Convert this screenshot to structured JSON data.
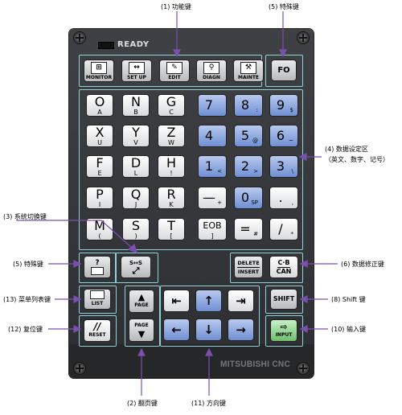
{
  "panel": {
    "status": "READY",
    "brand": "MITSUBISHI CNC"
  },
  "labels": {
    "func": "(1) 功能键",
    "special_top": "(5) 特殊键",
    "data_entry": "(4) 数据设定区",
    "data_entry_sub": "（英文、数字、记号）",
    "sys_switch": "(3) 系统切换键",
    "special_left": "(5) 特殊键",
    "data_fix": "(6) 数据修正键",
    "menu_list": "(13) 菜单列表键",
    "shift": "(8) Shift 键",
    "reset": "(12) 复位键",
    "input": "(10) 输入键",
    "page": "(2) 翻页键",
    "direction": "(11) 方向键"
  },
  "func_keys": [
    "MONITOR",
    "SET UP",
    "EDIT",
    "DIAGN",
    "MAINTE"
  ],
  "fo_key": "FO",
  "alpha_keys": [
    {
      "m": "O",
      "s": "A"
    },
    {
      "m": "N",
      "s": "B"
    },
    {
      "m": "G",
      "s": "C"
    },
    {
      "m": "X",
      "s": "U"
    },
    {
      "m": "Y",
      "s": "V"
    },
    {
      "m": "Z",
      "s": "W"
    },
    {
      "m": "F",
      "s": "E"
    },
    {
      "m": "D",
      "s": "L"
    },
    {
      "m": "H",
      "s": "!"
    },
    {
      "m": "P",
      "s": "I"
    },
    {
      "m": "Q",
      "s": "J"
    },
    {
      "m": "R",
      "s": "K"
    },
    {
      "m": "M",
      "s": "("
    },
    {
      "m": "S",
      "s": ")"
    },
    {
      "m": "T",
      "s": "["
    }
  ],
  "num_keys": [
    {
      "m": "7",
      "s": ""
    },
    {
      "m": "8",
      "s": ":"
    },
    {
      "m": "9",
      "s": "$"
    },
    {
      "m": "4",
      "s": ""
    },
    {
      "m": "5",
      "s": "@"
    },
    {
      "m": "6",
      "s": "~"
    },
    {
      "m": "1",
      "s": "<"
    },
    {
      "m": "2",
      "s": ">"
    },
    {
      "m": "3",
      "s": "\\"
    },
    {
      "m": "—",
      "s": "+"
    },
    {
      "m": "0",
      "s": "SP"
    },
    {
      "m": ".",
      "s": ","
    }
  ],
  "eob": {
    "m": "EOB",
    "s": "]"
  },
  "eq": {
    "m": "=",
    "s": "#"
  },
  "slash": {
    "m": "/",
    "s": "*"
  },
  "help_key": "?",
  "switch_key": "S↔S",
  "delete_key": {
    "l1": "DELETE",
    "l2": "INSERT"
  },
  "cb_key": {
    "l1": "C·B",
    "l2": "CAN"
  },
  "list_key": "LIST",
  "page_up": "PAGE",
  "page_down": "PAGE",
  "shift_key": "SHIFT",
  "reset_key": "RESET",
  "input_key": "INPUT"
}
